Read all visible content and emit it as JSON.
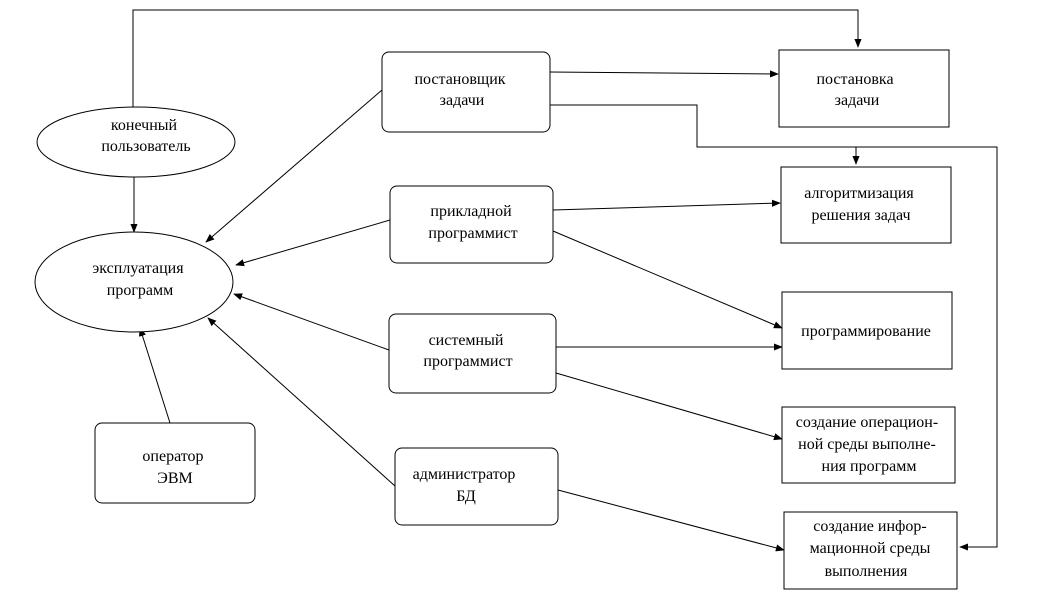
{
  "nodes": {
    "end_user": [
      "конечный",
      "пользователь"
    ],
    "exploitation": [
      "эксплуатация",
      "программ"
    ],
    "operator": [
      "оператор",
      "ЭВМ"
    ],
    "task_setter": [
      "постановщик",
      "задачи"
    ],
    "app_programmer": [
      "прикладной",
      "программист"
    ],
    "sys_programmer": [
      "системный",
      "программист"
    ],
    "db_admin": [
      "администратор",
      "БД"
    ],
    "task_setting": [
      "постановка",
      "задачи"
    ],
    "algorithmization": [
      "алгоритмизация",
      "решения задач"
    ],
    "programming": [
      "программирование"
    ],
    "os_env": [
      "создание операцион-",
      "ной среды выполне-",
      "ния программ"
    ],
    "info_env": [
      "создание инфор-",
      "мационной среды",
      "выполнения"
    ]
  },
  "colors": {
    "stroke": "#000000",
    "fill": "#ffffff"
  }
}
